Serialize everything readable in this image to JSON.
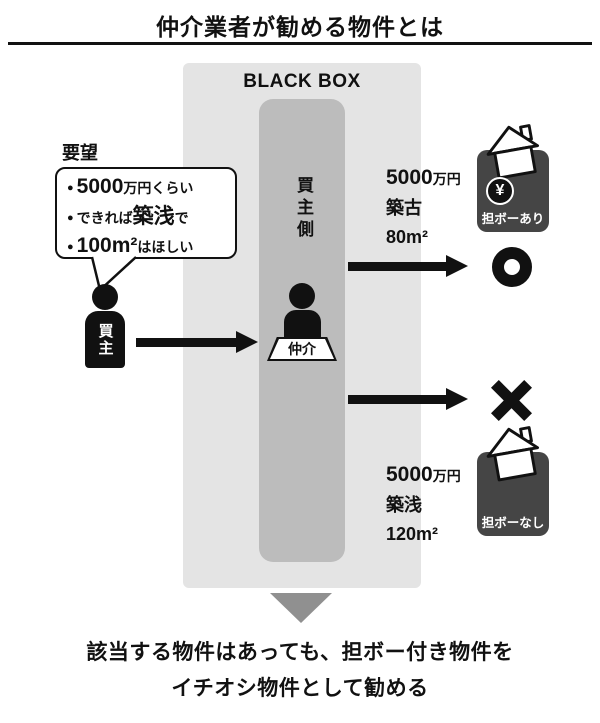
{
  "title": "仲介業者が勧める物件とは",
  "black_box": {
    "label": "BLACK BOX",
    "side_label": "買主側",
    "broker_label": "仲介"
  },
  "buyer": {
    "label": "買主",
    "request_heading": "要望",
    "bullet": "●",
    "requests": [
      {
        "pre": "",
        "em": "5000",
        "post": "万円くらい"
      },
      {
        "pre": "できれば",
        "em": "築浅",
        "post": "で"
      },
      {
        "pre": "",
        "em": "100m²",
        "post": "はほしい"
      }
    ]
  },
  "top_option": {
    "price_num": "5000",
    "price_unit": "万円",
    "age": "築古",
    "area": "80m²",
    "yen": "¥",
    "badge_label": "担ボーあり"
  },
  "bottom_option": {
    "price_num": "5000",
    "price_unit": "万円",
    "age": "築浅",
    "area": "120m²",
    "badge_label": "担ボーなし"
  },
  "footer": {
    "line1": "該当する物件はあっても、担ボー付き物件を",
    "line2": "イチオシ物件として勧める"
  }
}
